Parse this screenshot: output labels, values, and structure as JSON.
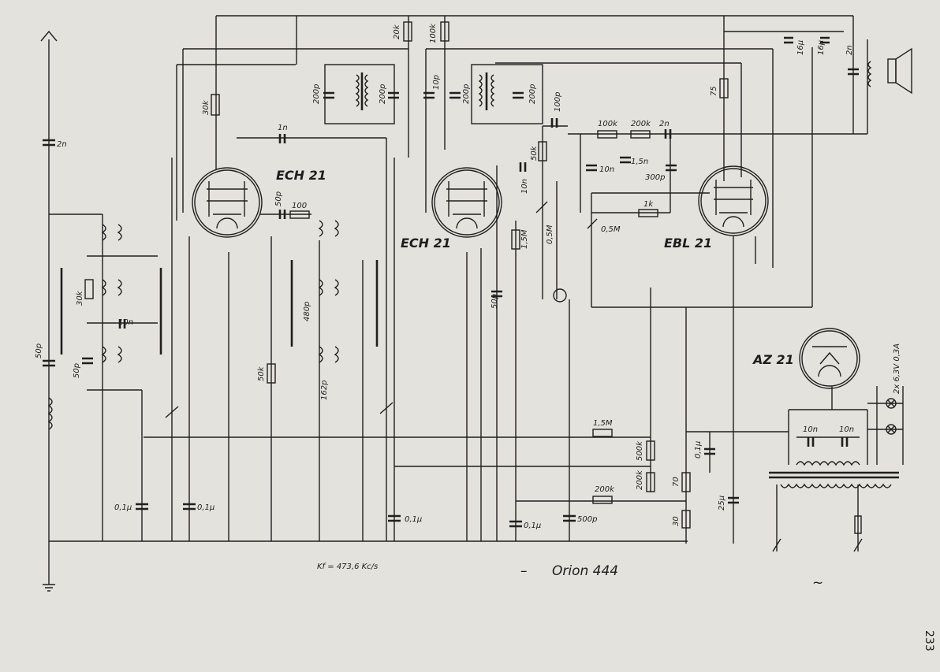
{
  "tubes": [
    {
      "id": "ech21-1",
      "label": "ECH 21"
    },
    {
      "id": "ech21-2",
      "label": "ECH 21"
    },
    {
      "id": "ebl21",
      "label": "EBL 21"
    },
    {
      "id": "az21",
      "label": "AZ 21"
    }
  ],
  "components": {
    "c_2n_ant": "2n",
    "c_50p_ant": "50p",
    "r_30k_osc": "30k",
    "c_10n_rf": "10n",
    "c_50p_rf": "50p",
    "c_01u_1": "0,1μ",
    "c_01u_2": "0,1μ",
    "r_30k_top": "30k",
    "c_1n": "1n",
    "c_50p_if": "50p",
    "r_100": "100",
    "r_50k": "50k",
    "c_480p": "480p",
    "c_162p": "162p",
    "c_01u_3": "0,1μ",
    "c_200p_1": "200p",
    "c_200p_2": "200p",
    "r_20k": "20k",
    "r_100k_top": "100k",
    "c_10p": "10p",
    "c_200p_3": "200p",
    "c_200p_4": "200p",
    "c_100p": "100p",
    "r_50k_det": "50k",
    "c_10n_det": "10n",
    "r_15m_det": "1,5M",
    "p_05m_det": "0,5M",
    "c_50p_det": "50p",
    "c_01u_4": "0,1μ",
    "c_500p": "500p",
    "r_100k_af": "100k",
    "r_200k_af": "200k",
    "c_2n_af": "2n",
    "c_10n_af": "10n",
    "c_15n": "1,5n",
    "c_300p": "300p",
    "r_1k": "1k",
    "p_05m_vol": "0,5M",
    "r_75": "75",
    "c_16u_a": "16μ",
    "c_16u_b": "16μ",
    "c_2n_out": "2n",
    "r_15m_agc": "1,5M",
    "r_500k": "500k",
    "r_200k_agc": "200k",
    "r_200k_low": "200k",
    "r_70": "70",
    "r_30": "30",
    "c_01u_5": "0,1μ",
    "c_25u": "25μ",
    "c_10n_ps1": "10n",
    "c_10n_ps2": "10n",
    "lamps": "2x 6,3V 0,3A"
  },
  "footer": {
    "if_note": "Kf = 473,6 Kc/s",
    "title": "Orion 444",
    "dash": "–",
    "mains_symbol": "~",
    "page_number": "233"
  }
}
